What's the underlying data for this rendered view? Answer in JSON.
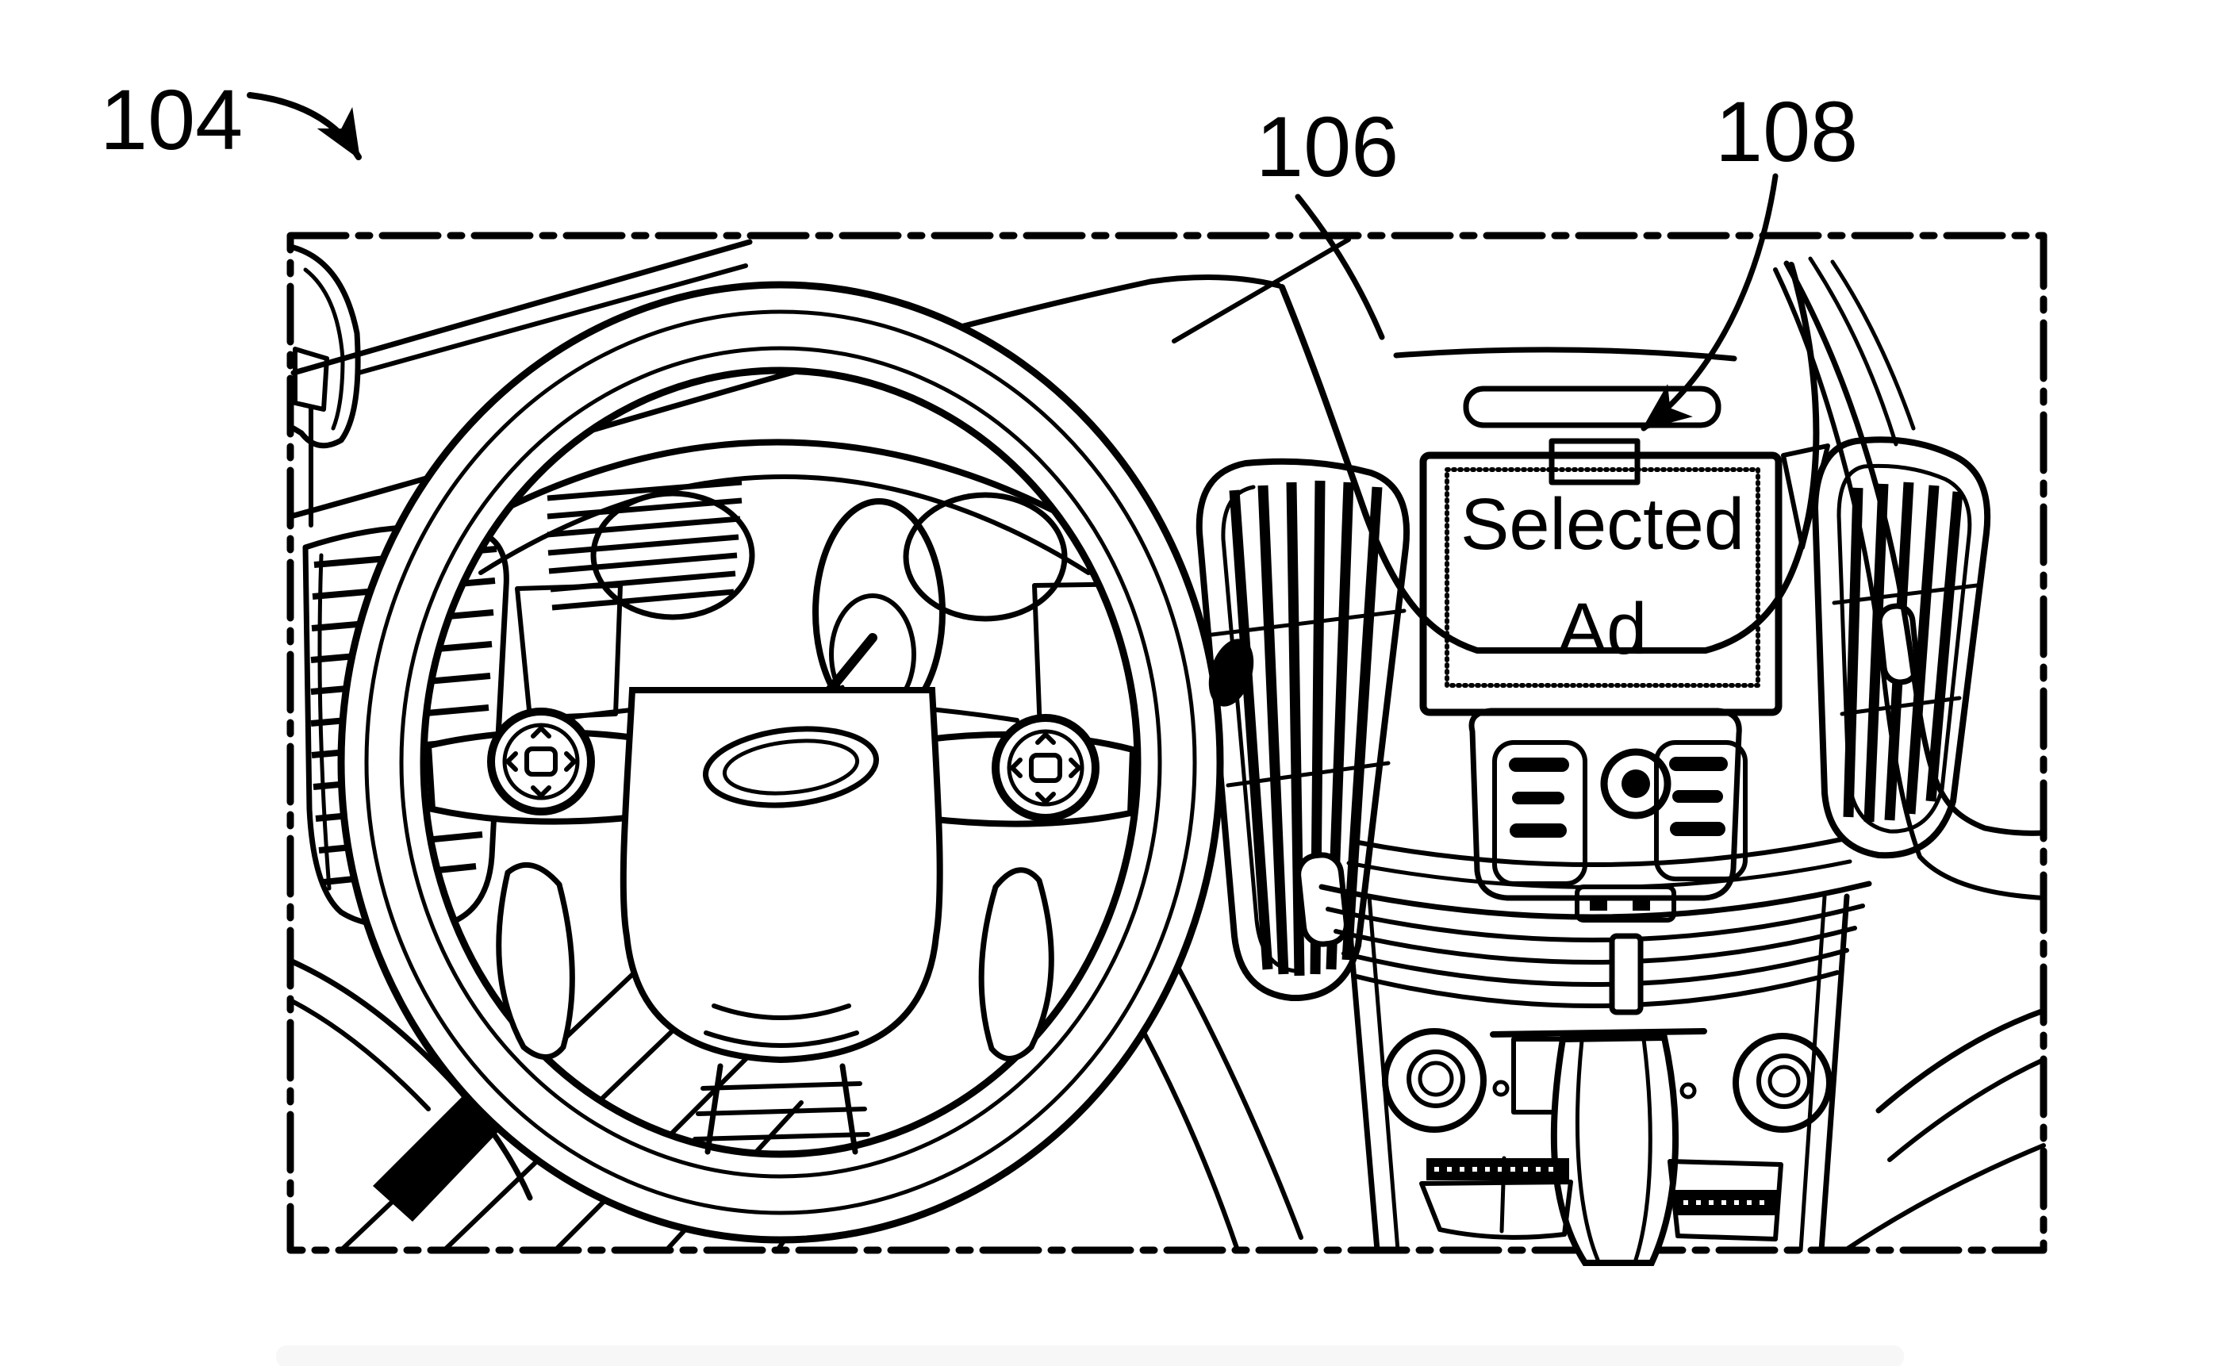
{
  "figure": {
    "title": "Vehicle interior patent drawing",
    "background_color": "#ffffff",
    "ink_color": "#000000",
    "phantom_box_style": "dash-dot",
    "reference_labels": {
      "interior": "104",
      "dashboard": "106",
      "display": "108"
    },
    "display_screen": {
      "line1": "Selected",
      "line2": "Ad"
    }
  }
}
